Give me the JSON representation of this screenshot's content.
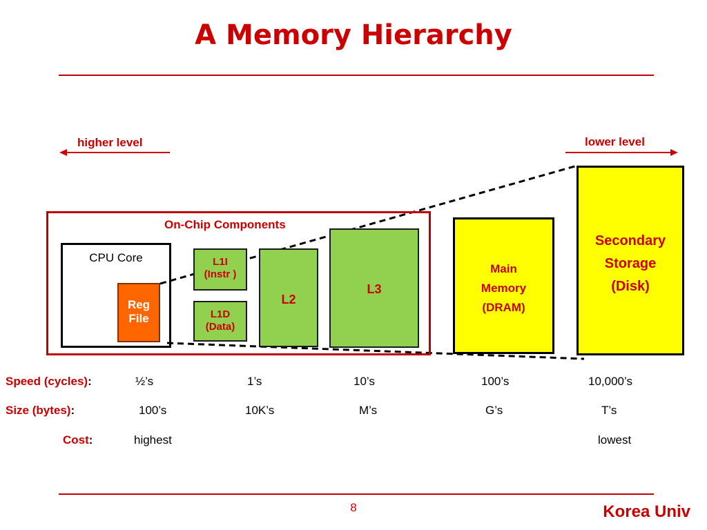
{
  "title": "A Memory Hierarchy",
  "level_labels": {
    "higher": "higher level",
    "lower": "lower level"
  },
  "onchip": {
    "label": "On-Chip Components"
  },
  "cpu_core": {
    "label": "CPU Core"
  },
  "boxes": {
    "reg_file": {
      "line1": "Reg",
      "line2": "File"
    },
    "l1i": {
      "line1": "L1I",
      "line2": "(Instr )"
    },
    "l1d": {
      "line1": "L1D",
      "line2": "(Data)"
    },
    "l2": {
      "label": "L2"
    },
    "l3": {
      "label": "L3"
    },
    "main_memory": {
      "line1": "Main",
      "line2": "Memory",
      "line3": "(DRAM)"
    },
    "secondary": {
      "line1": "Secondary",
      "line2": "Storage",
      "line3": "(Disk)"
    }
  },
  "rows": {
    "speed": {
      "label": "Speed (cycles)",
      "colon": ":",
      "values": [
        "½’s",
        "1’s",
        "10’s",
        "100’s",
        "10,000’s"
      ]
    },
    "size": {
      "label": "Size (bytes)",
      "colon": ":",
      "values": [
        "100’s",
        "10K’s",
        "M’s",
        "G’s",
        "T’s"
      ]
    },
    "cost": {
      "label": "Cost",
      "colon": ":",
      "values": [
        "highest",
        "lowest"
      ]
    }
  },
  "footer": {
    "page": "8",
    "brand": "Korea Univ"
  },
  "colors": {
    "accent_red": "#cc0000",
    "reg_file": "#ff6600",
    "cache_green": "#92d050",
    "memory_yellow": "#ffff00"
  }
}
